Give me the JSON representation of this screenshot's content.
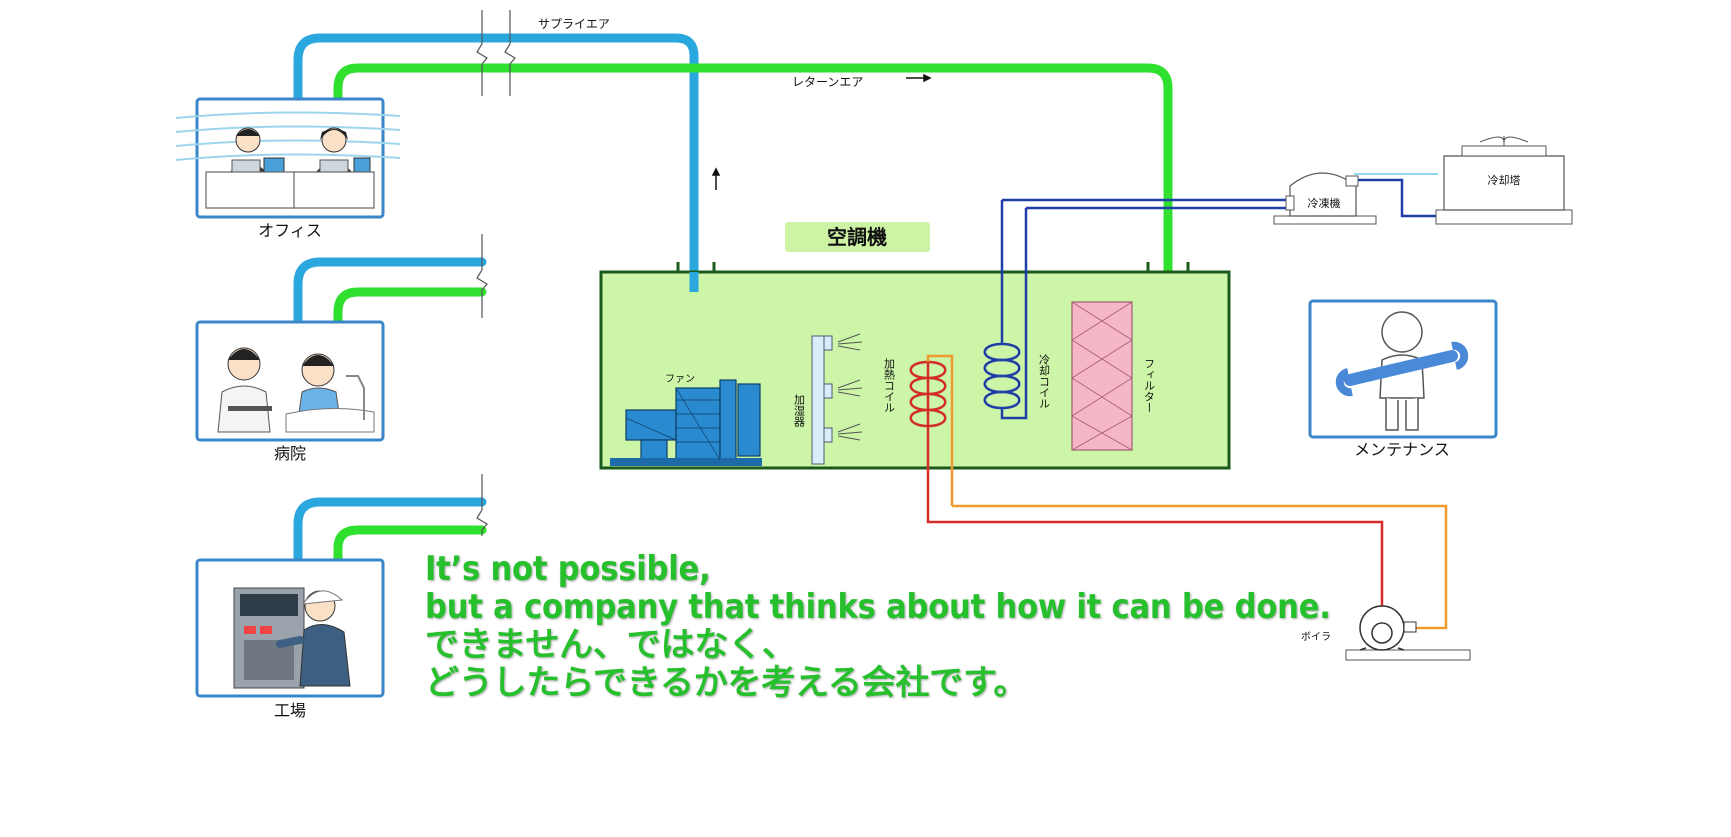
{
  "labels": {
    "supply_air": "サプライエア",
    "return_air": "レターンエア",
    "office": "オフィス",
    "hospital": "病院",
    "factory": "工場",
    "ahu": "空調機",
    "fan": "ファン",
    "humidifier": "加湿器",
    "heating_coil": "加熱コイル",
    "cooling_coil": "冷却コイル",
    "filter": "フィルター",
    "chiller": "冷凍機",
    "cooling_tower": "冷却塔",
    "maintenance": "メンテナンス",
    "boiler": "ボイラ"
  },
  "slogan": {
    "line1": "It’s not possible,",
    "line2": "but a company that thinks about how it can be done.",
    "line3": "できません、ではなく、",
    "line4": "どうしたらできるかを考える会社です。"
  },
  "colors": {
    "supply_duct": "#2aa8de",
    "return_duct": "#2fe02f",
    "ahu_fill": "#ccf5a8",
    "ahu_border": "#1c5a1c",
    "slogan": "#25c02c",
    "chilled_water": "#1e3fa8",
    "hot_water_supply": "#d42b2b",
    "hot_water_return": "#ef9a2e",
    "panel_border": "#3a86c8"
  },
  "icons": {
    "fan": "fan-unit-icon",
    "humidifier": "humidifier-nozzle-icon",
    "heating_coil": "heating-coil-icon",
    "cooling_coil": "cooling-coil-icon",
    "filter": "filter-icon",
    "chiller": "chiller-icon",
    "cooling_tower": "cooling-tower-icon",
    "maintenance": "maintenance-worker-icon",
    "boiler": "boiler-icon"
  }
}
